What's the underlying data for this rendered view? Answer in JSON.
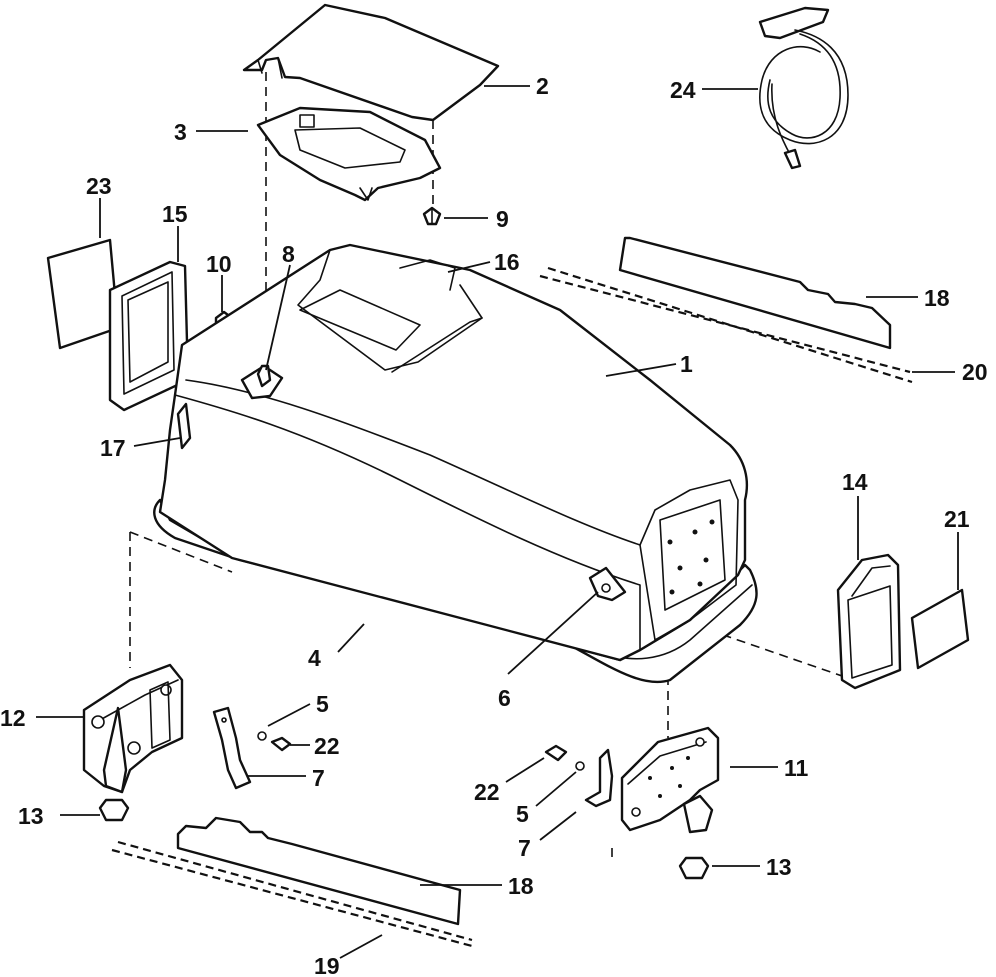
{
  "callouts": {
    "c1": "1",
    "c2": "2",
    "c3": "3",
    "c4": "4",
    "c5a": "5",
    "c5b": "5",
    "c6": "6",
    "c7a": "7",
    "c7b": "7",
    "c8": "8",
    "c9": "9",
    "c10": "10",
    "c11": "11",
    "c12": "12",
    "c13a": "13",
    "c13b": "13",
    "c14": "14",
    "c15": "15",
    "c16": "16",
    "c17": "17",
    "c18a": "18",
    "c18b": "18",
    "c19": "19",
    "c20": "20",
    "c21": "21",
    "c22a": "22",
    "c22b": "22",
    "c23": "23",
    "c24": "24"
  }
}
